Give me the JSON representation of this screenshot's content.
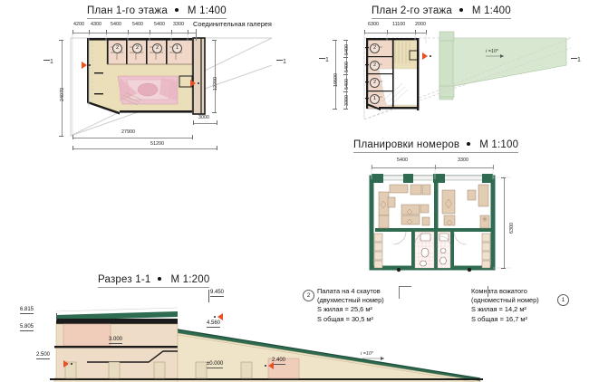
{
  "sheet": {
    "bullet": "●"
  },
  "plan1": {
    "title": "План 1-го этажа",
    "scale": "M 1:400",
    "callout": "Соединительная галерея",
    "top_dims": [
      "4200",
      "4300",
      "5400",
      "5400",
      "5400",
      "3300"
    ],
    "left_dim": "24070",
    "right_dim": "12200",
    "right_dim2": "3000",
    "bottom_dim": "27900",
    "overall_dim": "51200",
    "room_tags": [
      "2",
      "2",
      "2",
      "1"
    ],
    "cut_label": "1"
  },
  "plan2": {
    "title": "План 2-го этажа",
    "scale": "M 1:400",
    "top_dims": [
      "6300",
      "11100",
      "2000"
    ],
    "side_dims": [
      "5400",
      "5400",
      "5400",
      "3300"
    ],
    "overall_dim": "19500",
    "room_tags": [
      "2",
      "2",
      "2",
      "1"
    ],
    "slope": "i =10°",
    "cut_label": "1"
  },
  "rooms": {
    "title": "Планировки номеров",
    "scale": "M 1:100",
    "top_dims": [
      "5400",
      "3300"
    ],
    "right_dim": "6300"
  },
  "notes": [
    {
      "tag": "2",
      "line1": "Палата на 4 скаутов",
      "line2": "(двухместный номер)",
      "line3": "S жилая = 25,6 м²",
      "line4": "S общая = 30,5 м²"
    },
    {
      "tag": "1",
      "line1": "Комната вожатого",
      "line2": "(одноместный номер)",
      "line3": "S жилая = 14,2 м²",
      "line4": "S общая = 16,7 м²"
    }
  ],
  "section": {
    "title": "Разрез 1-1",
    "scale": "M 1:200",
    "elevations": {
      "top_right": "9.450",
      "left_top": "6.815",
      "left_mid": "5.805",
      "left_low": "2.500",
      "mid": "3.000",
      "right_mid": "4.560",
      "zero": "±0.000",
      "right_low": "2.400"
    },
    "slope": "i =10°"
  },
  "colors": {
    "wall_dark": "#1b1b1b",
    "room_fill": "#efd7c8",
    "corridor_fill": "#eadfb8",
    "green_roof": "#d7e6cf",
    "green_wall": "#2f6b50",
    "accent_red": "#e8502a",
    "pink": "#e8b9c4"
  }
}
